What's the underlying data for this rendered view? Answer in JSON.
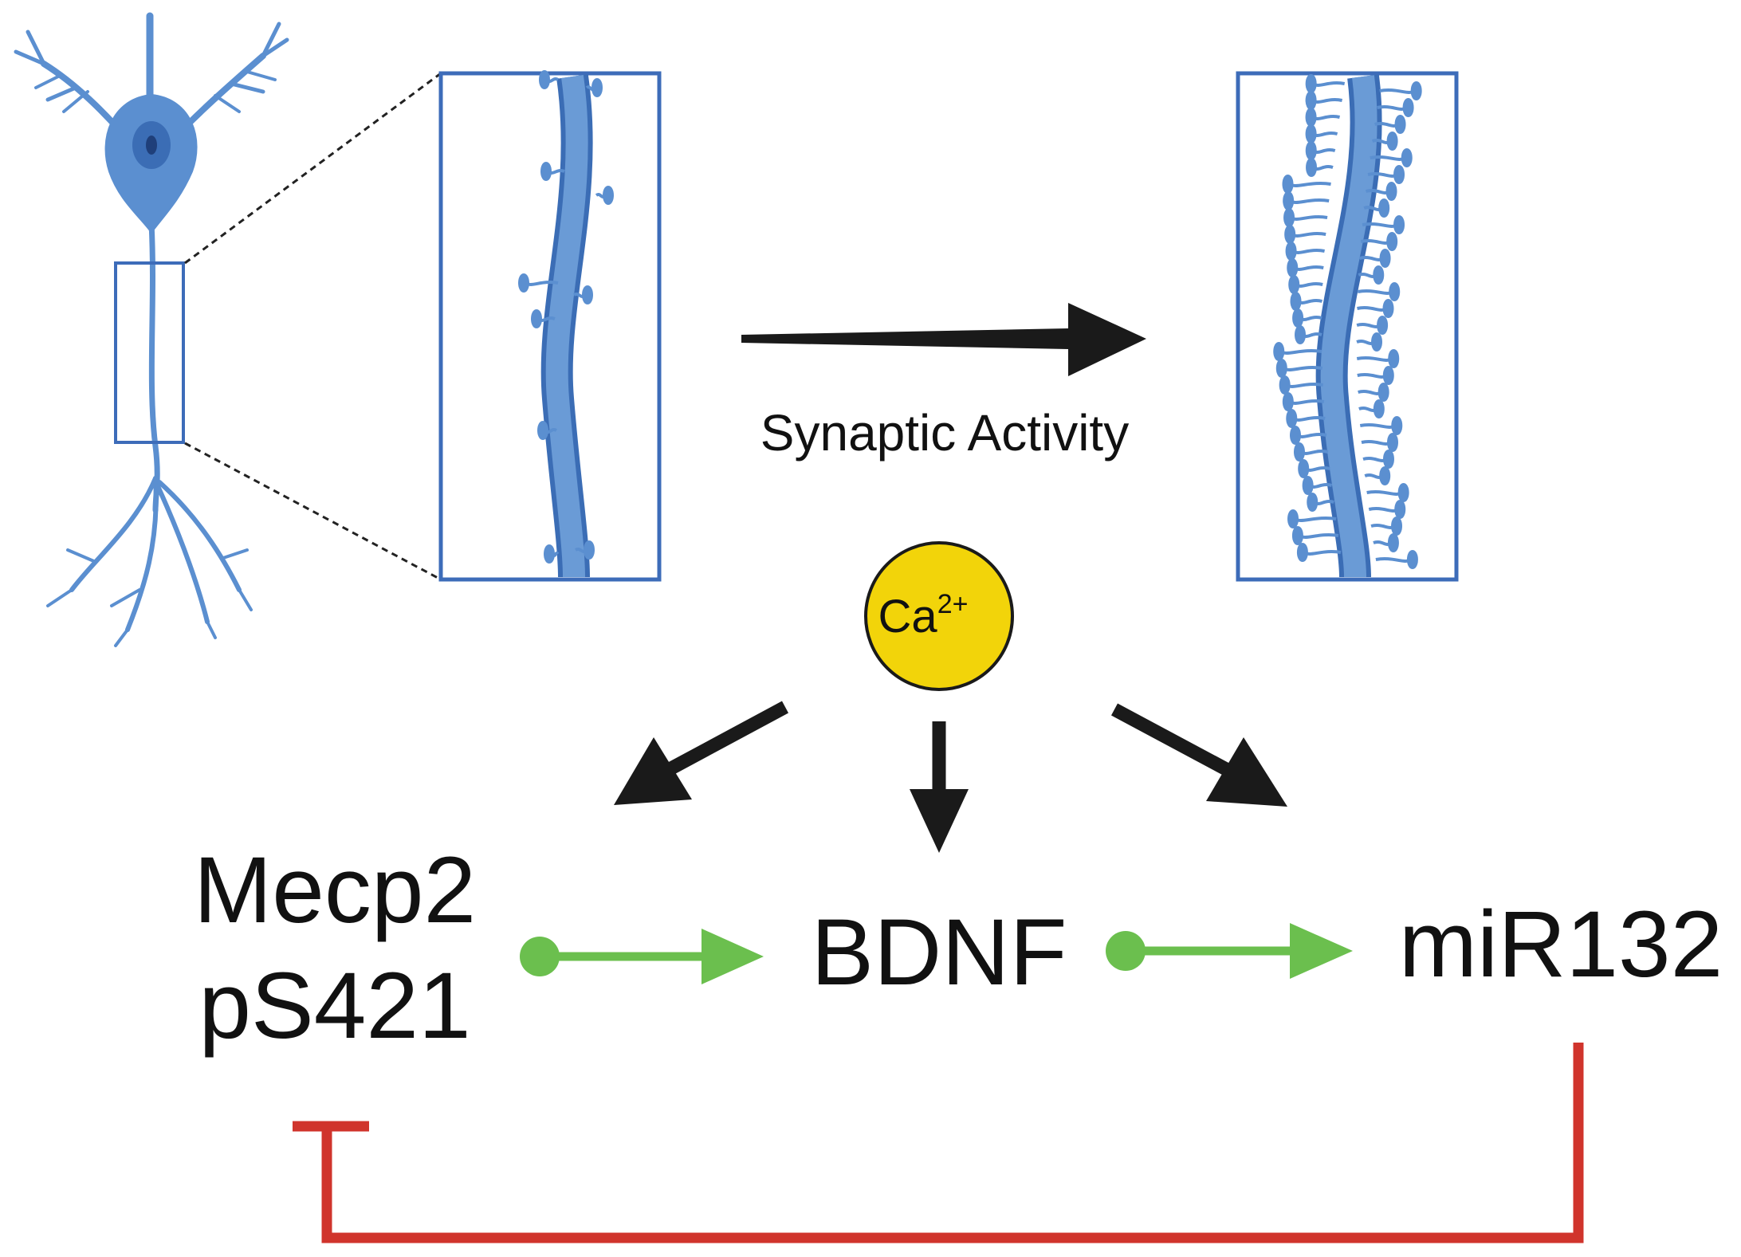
{
  "labels": {
    "synaptic_activity": "Synaptic Activity",
    "calcium_base": "Ca",
    "calcium_charge": "2+",
    "mecp2_line1": "Mecp2",
    "mecp2_line2": "pS421",
    "bdnf": "BDNF",
    "mir132": "miR132"
  },
  "colors": {
    "neuron_blue": "#5b8fd0",
    "neuron_dark": "#3b6db5",
    "box_outline": "#3d6cb9",
    "activation_green": "#6bbf4e",
    "inhibition_red": "#d0342c",
    "arrow_black": "#1a1a1a",
    "calcium_fill": "#f2d40a"
  },
  "icons": {
    "neuron": "neuron-icon",
    "calcium": "calcium-ion-icon"
  }
}
